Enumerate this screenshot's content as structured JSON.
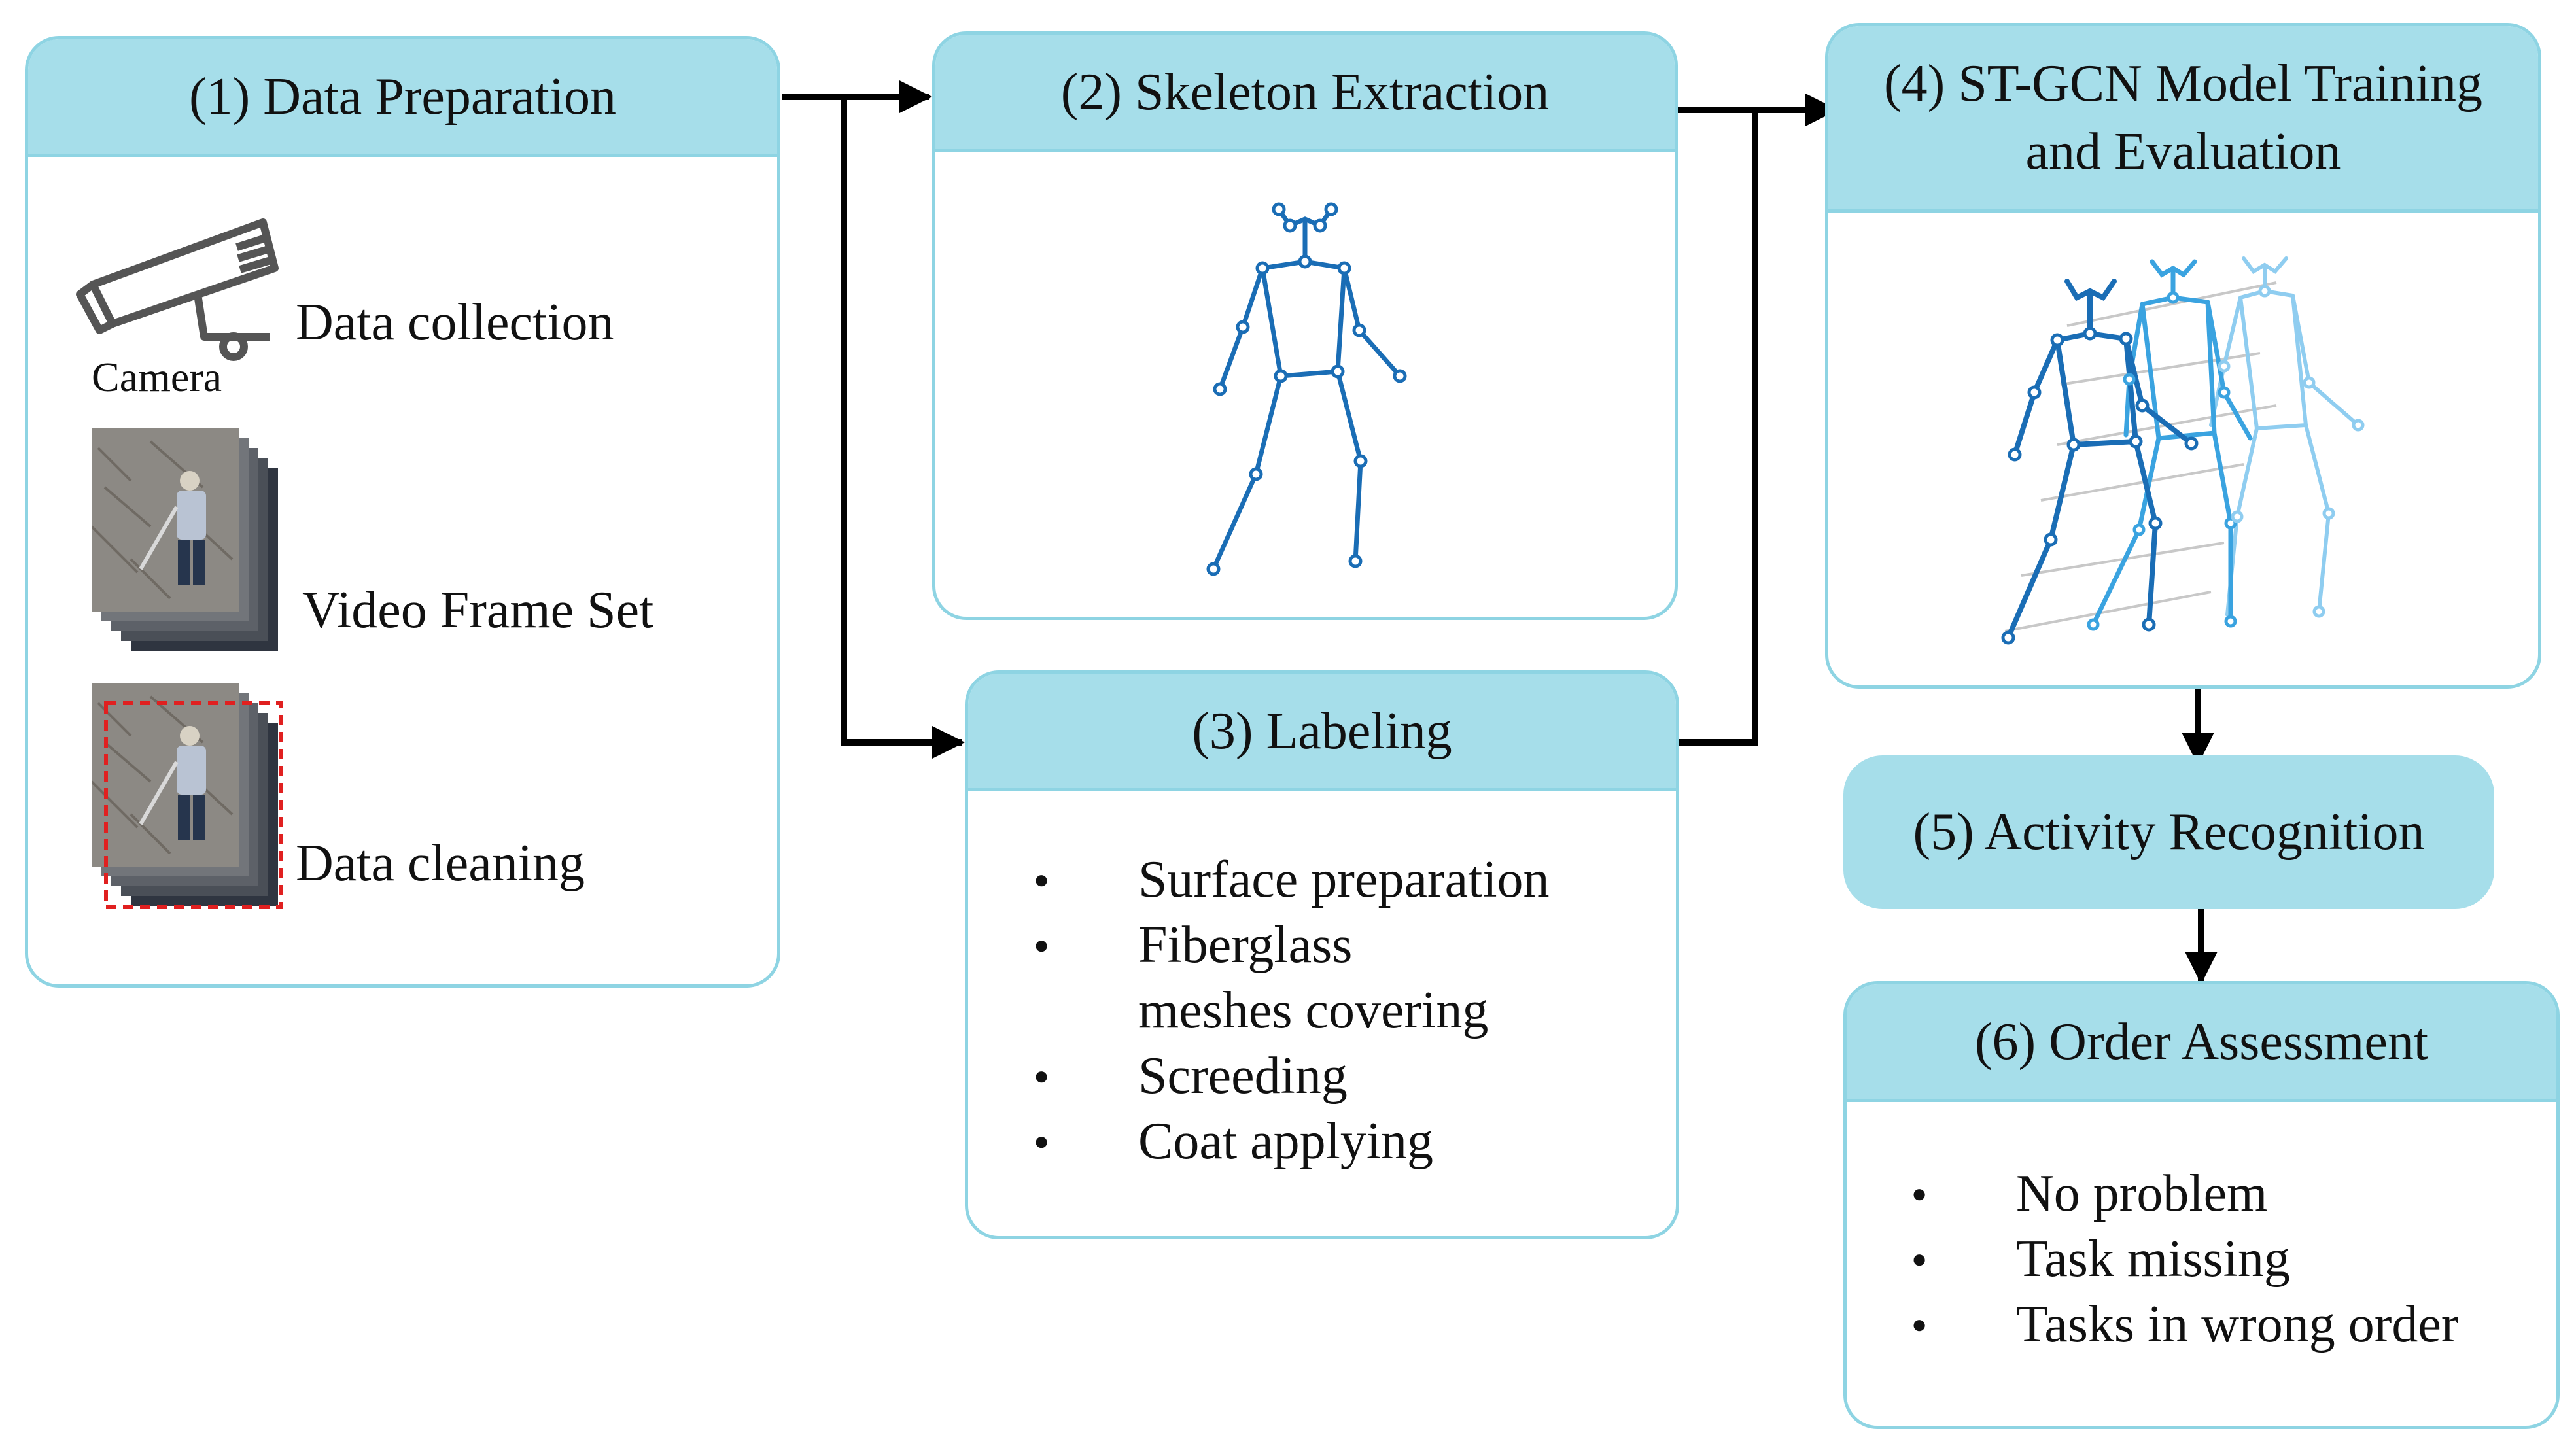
{
  "steps": {
    "s1": {
      "title": "(1) Data Preparation"
    },
    "s2": {
      "title": "(2) Skeleton Extraction"
    },
    "s3": {
      "title": "(3) Labeling"
    },
    "s4": {
      "title": "(4) ST-GCN Model Training and Evaluation"
    },
    "s5": {
      "title": "(5) Activity Recognition"
    },
    "s6": {
      "title": "(6) Order Assessment"
    }
  },
  "prep": {
    "camera_label": "Camera",
    "data_collection": "Data collection",
    "video_frame_set": "Video Frame Set",
    "data_cleaning": "Data cleaning"
  },
  "labels": [
    "Surface preparation",
    "Fiberglass meshes covering",
    "Screeding",
    "Coat applying"
  ],
  "assessment": [
    "No problem",
    "Task missing",
    "Tasks in wrong order"
  ],
  "colors": {
    "header_fill": "#a6deea",
    "box_border": "#8ed4e3",
    "skeleton_dark": "#1a6db5",
    "skeleton_mid": "#3aa3e0",
    "skeleton_light": "#8fcdf0",
    "cleaning_box": "#e02020"
  }
}
